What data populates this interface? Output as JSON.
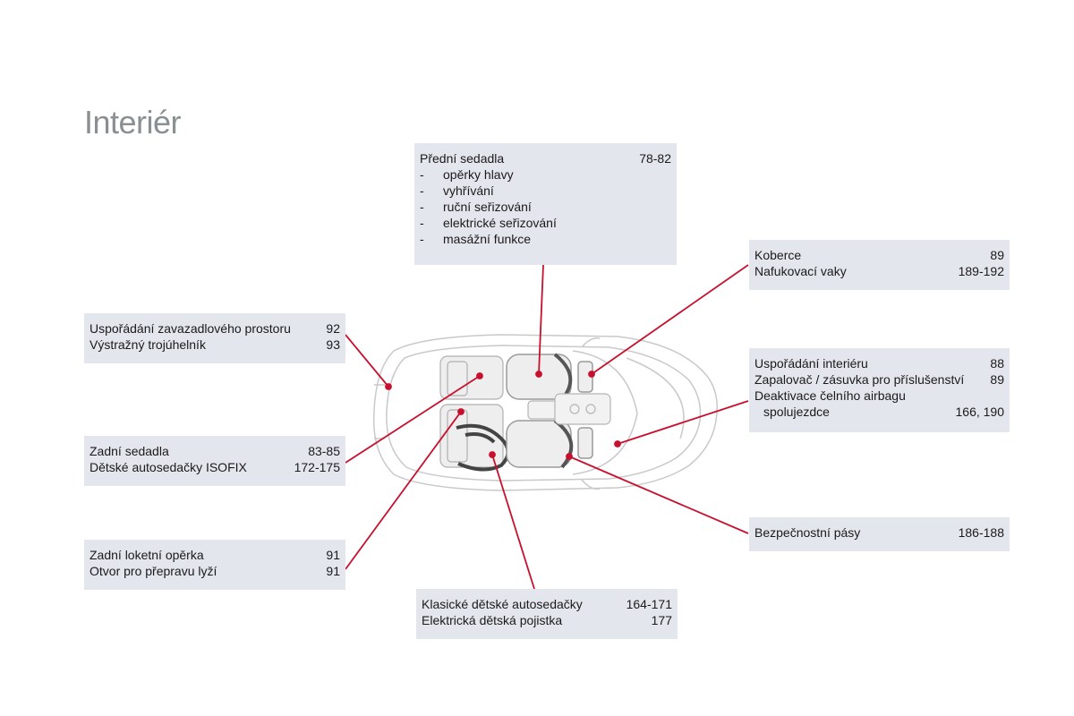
{
  "title": "Interiér",
  "colors": {
    "accent": "#c8102e",
    "box_bg": "#e4e6ee",
    "title": "#8a8f93"
  },
  "boxes": {
    "front_seats": {
      "heading": "Přední sedadla",
      "heading_page": "78-82",
      "items": [
        "opěrky hlavy",
        "vyhřívání",
        "ruční seřizování",
        "elektrické seřizování",
        "masážní funkce"
      ]
    },
    "carpets": {
      "rows": [
        {
          "label": "Koberce",
          "page": "89"
        },
        {
          "label": "Nafukovací vaky",
          "page": "189-192"
        }
      ]
    },
    "trunk": {
      "rows": [
        {
          "label": "Uspořádání zavazadlového prostoru",
          "page": "92"
        },
        {
          "label": "Výstražný trojúhelník",
          "page": "93"
        }
      ]
    },
    "interior": {
      "rows": [
        {
          "label": "Uspořádání interiéru",
          "page": "88"
        },
        {
          "label": "Zapalovač / zásuvka pro příslušenství",
          "page": "89"
        }
      ],
      "line3": "Deaktivace čelního airbagu",
      "line4_label": "spolujezdce",
      "line4_page": "166, 190"
    },
    "rear_seats": {
      "rows": [
        {
          "label": "Zadní sedadla",
          "page": "83-85"
        },
        {
          "label": "Dětské autosedačky ISOFIX",
          "page": "172-175"
        }
      ]
    },
    "belts": {
      "rows": [
        {
          "label": "Bezpečnostní pásy",
          "page": "186-188"
        }
      ]
    },
    "armrest": {
      "rows": [
        {
          "label": "Zadní loketní opěrka",
          "page": "91"
        },
        {
          "label": "Otvor pro přepravu lyží",
          "page": "91"
        }
      ]
    },
    "child_seats": {
      "rows": [
        {
          "label": "Klasické dětské autosedačky",
          "page": "164-171"
        },
        {
          "label": "Elektrická dětská pojistka",
          "page": "177"
        }
      ]
    }
  }
}
